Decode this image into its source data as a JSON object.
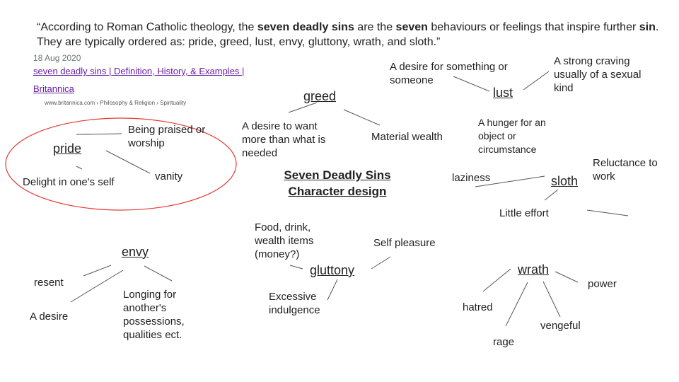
{
  "quote": {
    "p1": "“According to Roman Catholic theology, the ",
    "b1": "seven deadly sins",
    "p2": " are the ",
    "b2": "seven",
    "p3": " behaviours or feelings that inspire further ",
    "b3": "sin",
    "p4": ".",
    "line2": "They are typically ordered as: pride, greed, lust, envy, gluttony, wrath, and sloth.”"
  },
  "source": {
    "date": "18 Aug 2020",
    "link_line1": "seven deadly sins | Definition, History, & Examples |",
    "link_line2": "Britannica",
    "breadcrumb": "www.britannica.com › Philosophy & Religion › Spirituality"
  },
  "title": {
    "line1": "Seven Deadly Sins",
    "line2": "Character design"
  },
  "sins": {
    "pride": {
      "word": "pride",
      "a": "Being praised or worship",
      "b": "vanity",
      "c": "Delight in one's self"
    },
    "greed": {
      "word": "greed",
      "a": "A desire to want more than what is needed",
      "b": "Material wealth"
    },
    "lust": {
      "word": "lust",
      "a": "A desire for something or someone",
      "b": "A strong craving usually of a sexual kind",
      "c": "A hunger for an object or circumstance"
    },
    "sloth": {
      "word": "sloth",
      "a": "laziness",
      "b": "Reluctance to work",
      "c": "Little effort"
    },
    "envy": {
      "word": "envy",
      "a": "resent",
      "b": "A desire",
      "c": "Longing for another's possessions, qualities ect."
    },
    "gluttony": {
      "word": "gluttony",
      "a": "Food, drink, wealth items (money?)",
      "b": "Self pleasure",
      "c": "Excessive indulgence"
    },
    "wrath": {
      "word": "wrath",
      "a": "hatred",
      "b": "rage",
      "c": "vengeful",
      "d": "power"
    }
  },
  "colors": {
    "ellipse": "#e53935",
    "link": "#681da8",
    "line": "#555555"
  }
}
